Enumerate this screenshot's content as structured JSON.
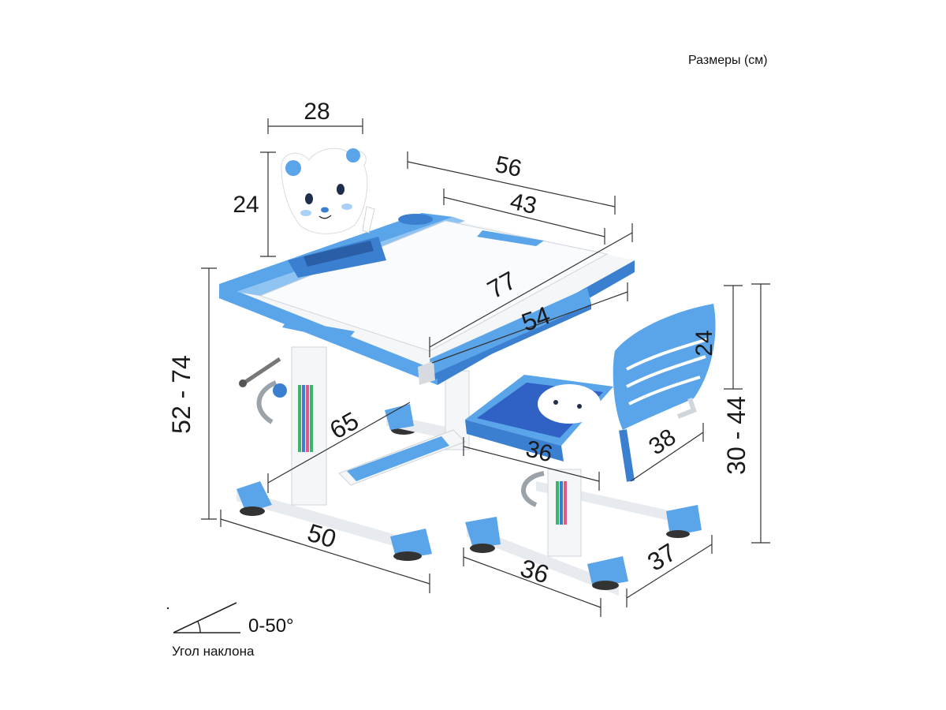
{
  "units_label": "Размеры (см)",
  "dimensions": {
    "holder_width": "28",
    "holder_height": "24",
    "desk_depth_top": "56",
    "desk_depth_inner": "43",
    "desk_width": "77",
    "drawer_width": "54",
    "desk_height": "52 - 74",
    "footrest_depth": "65",
    "desk_base": "50",
    "chair_back_height": "24",
    "chair_seat_width": "36",
    "chair_seat_depth": "38",
    "chair_height": "30 - 44",
    "chair_base_width": "36",
    "chair_base_depth": "37"
  },
  "tilt": {
    "value": "0-50°",
    "label": "Угол наклона"
  },
  "colors": {
    "blue": "#5aa4ea",
    "blue_dark": "#3a7fd0",
    "white": "#f4f6f8",
    "grey": "#d7dbe0"
  }
}
